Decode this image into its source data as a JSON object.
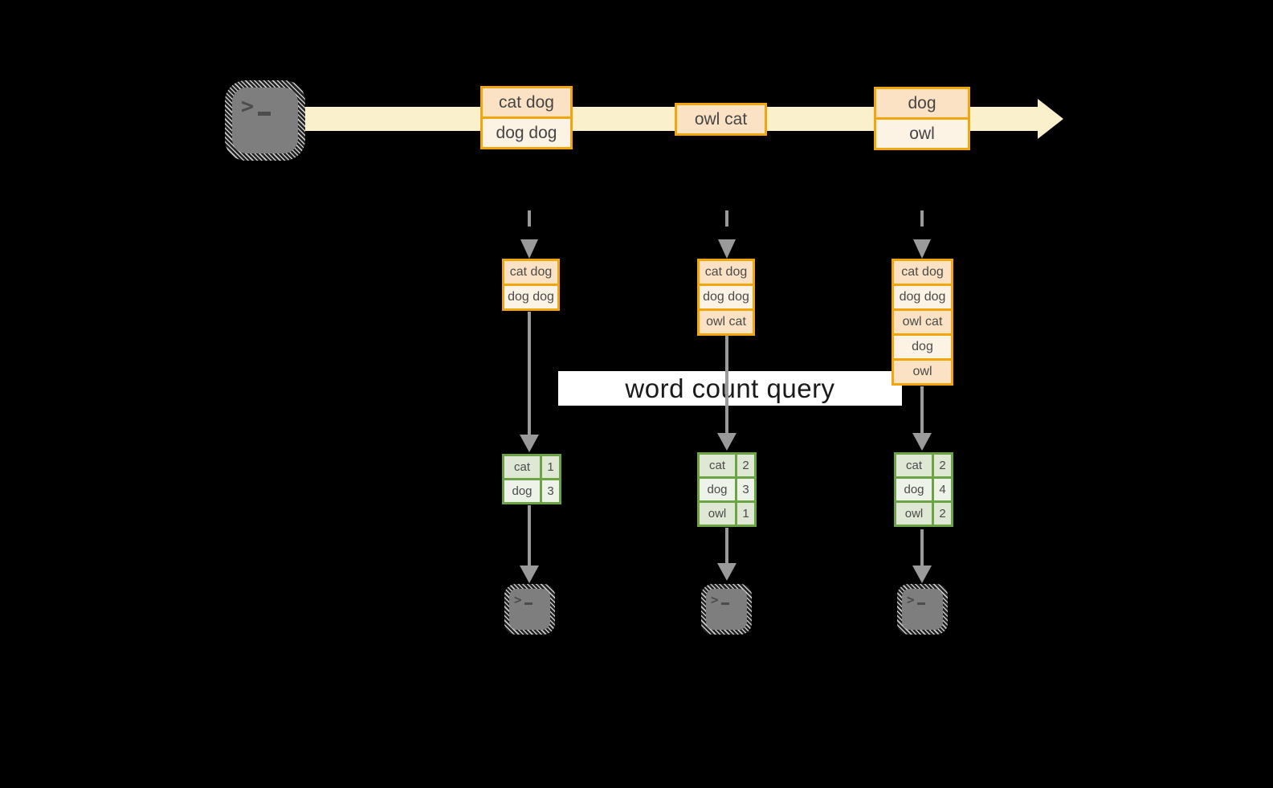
{
  "figure": {
    "query_label": "word count query",
    "prompt_char": ">",
    "stream": {
      "source_icon": "terminal-icon",
      "batches": [
        {
          "rows": [
            "cat dog",
            "dog dog"
          ]
        },
        {
          "rows": [
            "owl cat"
          ]
        },
        {
          "rows": [
            "dog",
            "owl"
          ]
        }
      ]
    },
    "columns": [
      {
        "state": [
          "cat dog",
          "dog dog"
        ],
        "counts": [
          {
            "word": "cat",
            "count": "1"
          },
          {
            "word": "dog",
            "count": "3"
          }
        ]
      },
      {
        "state": [
          "cat dog",
          "dog dog",
          "owl cat"
        ],
        "counts": [
          {
            "word": "cat",
            "count": "2"
          },
          {
            "word": "dog",
            "count": "3"
          },
          {
            "word": "owl",
            "count": "1"
          }
        ]
      },
      {
        "state": [
          "cat dog",
          "dog dog",
          "owl cat",
          "dog",
          "owl"
        ],
        "counts": [
          {
            "word": "cat",
            "count": "2"
          },
          {
            "word": "dog",
            "count": "4"
          },
          {
            "word": "owl",
            "count": "2"
          }
        ]
      }
    ],
    "colors": {
      "background": "#000000",
      "stream_band": "#FAF0CB",
      "box_border": "#F2A60D",
      "box_fill_dark": "#FBE2C4",
      "box_fill_light": "#FDF3E5",
      "table_border": "#6CA445",
      "table_fill_dark": "#DFE7D5",
      "table_fill_light": "#EEF3EA",
      "arrow_gray": "#9A9A9A",
      "terminal_gray": "#7E7E7E",
      "label_band": "#FFFFFF"
    }
  }
}
